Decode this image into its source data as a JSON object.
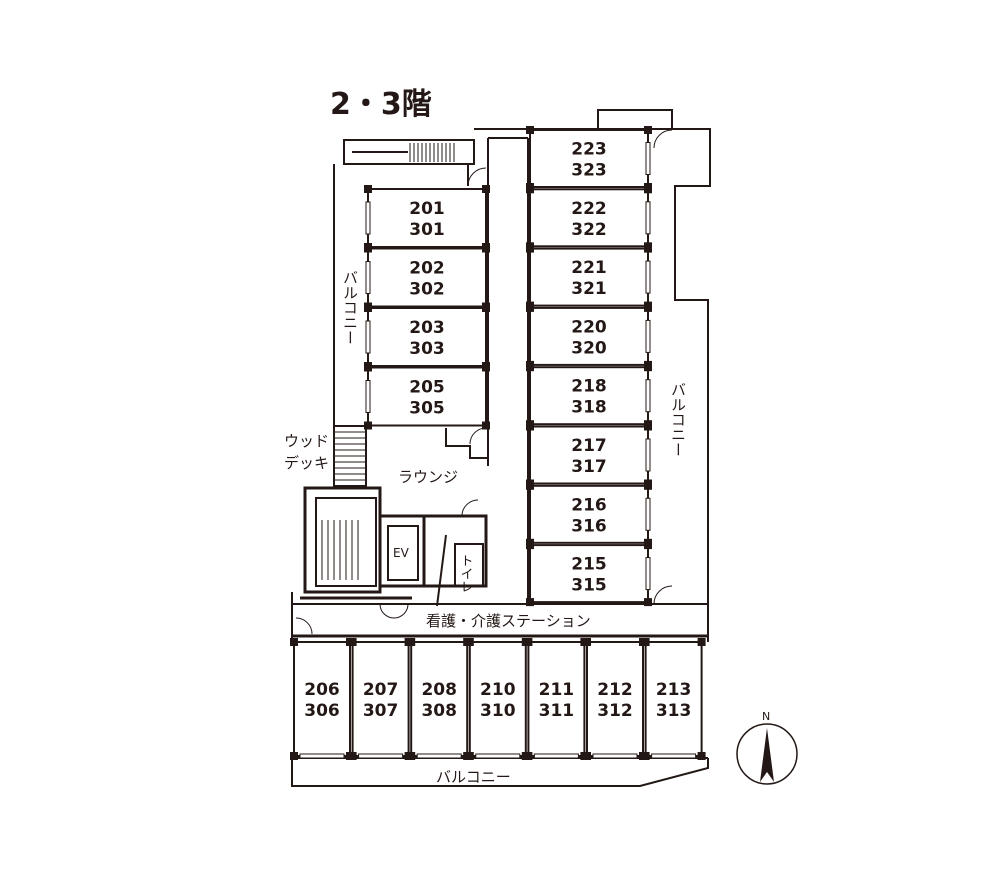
{
  "floor_title": "2・3階",
  "labels": {
    "lounge": "ラウンジ",
    "station": "看護・介護ステーション",
    "ev": "EV",
    "toilet": "トイレ",
    "balcony_left": "バルコニー",
    "balcony_right": "バルコニー",
    "balcony_bottom": "バルコニー",
    "wood_deck_line1": "ウッド",
    "wood_deck_line2": "デッキ",
    "north": "N"
  },
  "rooms_left": [
    {
      "a": "201",
      "b": "301"
    },
    {
      "a": "202",
      "b": "302"
    },
    {
      "a": "203",
      "b": "303"
    },
    {
      "a": "205",
      "b": "305"
    }
  ],
  "rooms_right": [
    {
      "a": "223",
      "b": "323"
    },
    {
      "a": "222",
      "b": "322"
    },
    {
      "a": "221",
      "b": "321"
    },
    {
      "a": "220",
      "b": "320"
    },
    {
      "a": "218",
      "b": "318"
    },
    {
      "a": "217",
      "b": "317"
    },
    {
      "a": "216",
      "b": "316"
    },
    {
      "a": "215",
      "b": "315"
    }
  ],
  "rooms_bottom": [
    {
      "a": "206",
      "b": "306"
    },
    {
      "a": "207",
      "b": "307"
    },
    {
      "a": "208",
      "b": "308"
    },
    {
      "a": "210",
      "b": "310"
    },
    {
      "a": "211",
      "b": "311"
    },
    {
      "a": "212",
      "b": "312"
    },
    {
      "a": "213",
      "b": "313"
    }
  ]
}
